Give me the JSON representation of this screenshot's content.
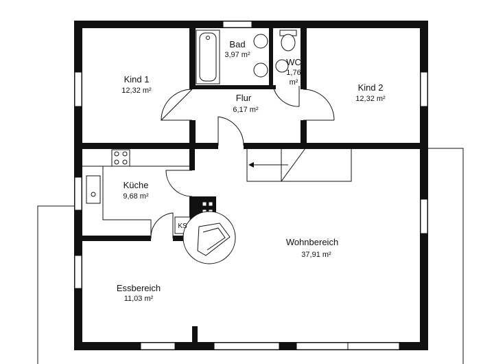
{
  "rooms": {
    "kind1": {
      "name": "Kind 1",
      "area": "12,32 m²"
    },
    "bad": {
      "name": "Bad",
      "area": "3,97 m²"
    },
    "wc": {
      "name": "WC",
      "area_line1": "1,76",
      "area_line2": "m²"
    },
    "kind2": {
      "name": "Kind 2",
      "area": "12,32 m²"
    },
    "flur": {
      "name": "Flur",
      "area": "6,17 m²"
    },
    "kueche": {
      "name": "Küche",
      "area": "9,68 m²"
    },
    "wohnbereich": {
      "name": "Wohnbereich",
      "area": "37,91 m²"
    },
    "essbereich": {
      "name": "Essbereich",
      "area": "11,03 m²"
    }
  },
  "fixtures": {
    "ks": "KS"
  }
}
